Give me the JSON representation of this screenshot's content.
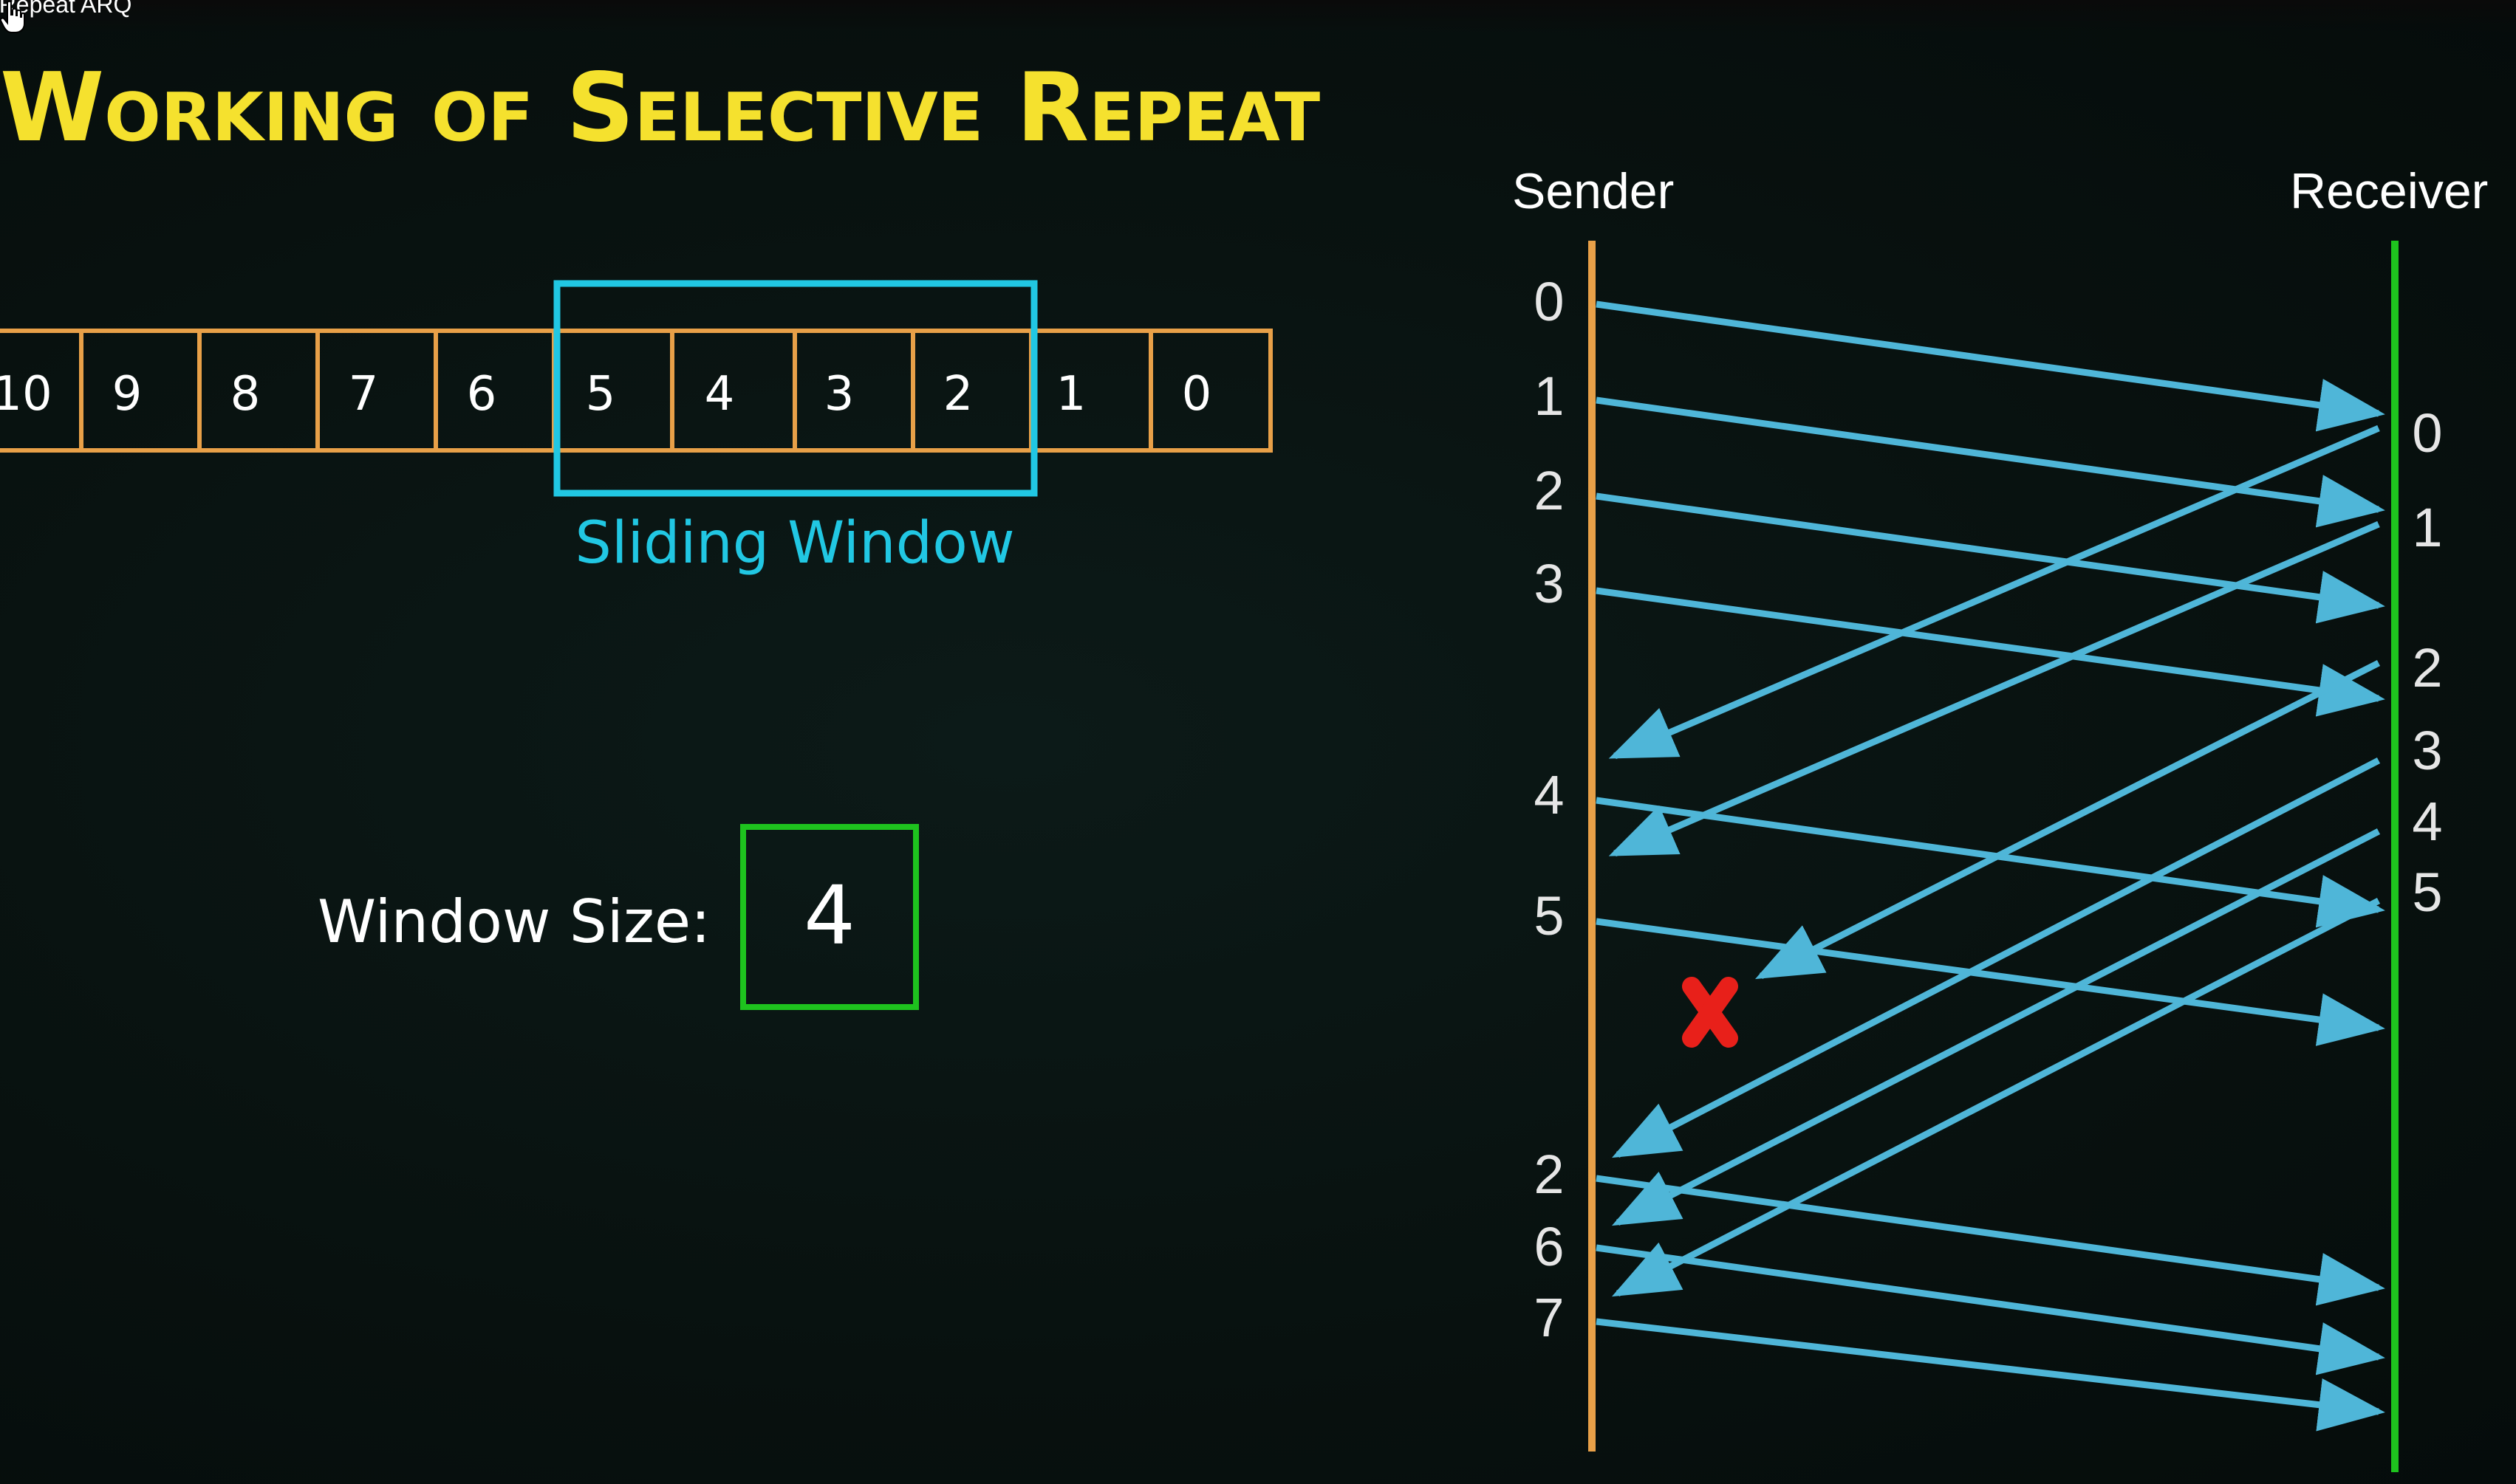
{
  "video": {
    "title_fragment": "e Repeat ARQ"
  },
  "slide": {
    "title": "Working of Selective Repeat",
    "title_color": "#f5e12e"
  },
  "frame_buffer": {
    "cells": [
      "10",
      "9",
      "8",
      "7",
      "6",
      "5",
      "4",
      "3",
      "2",
      "1",
      "0"
    ],
    "cell_border_color": "#e8a048",
    "window_cells": [
      "5",
      "4",
      "3",
      "2"
    ],
    "window_color": "#21c7e3",
    "window_label": "Sliding Window"
  },
  "window_size": {
    "label": "Window Size:",
    "value": "4",
    "box_color": "#1ec31e"
  },
  "timeline": {
    "sender_label": "Sender",
    "receiver_label": "Receiver",
    "sender_line_color": "#e8a048",
    "receiver_line_color": "#1ec31e",
    "arrow_color": "#4fb6d8",
    "lost_marker_color": "#e8201a",
    "sender_labels": [
      "0",
      "1",
      "2",
      "3",
      "4",
      "5",
      "2",
      "6",
      "7"
    ],
    "receiver_labels": [
      "0",
      "1",
      "2",
      "3",
      "4",
      "5"
    ]
  }
}
